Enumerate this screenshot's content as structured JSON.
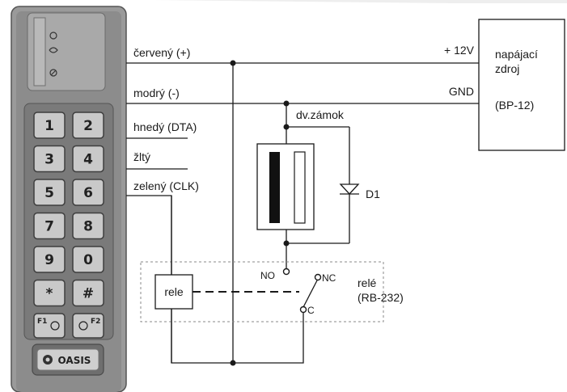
{
  "wires": {
    "red": "červený (+)",
    "blue": "modrý (-)",
    "brown": "hnedý (DTA)",
    "yellow": "žltý",
    "green": "zelený (CLK)"
  },
  "power": {
    "plus": "+ 12V",
    "gnd": "GND",
    "name_line1": "napájací",
    "name_line2": "zdroj",
    "model": "(BP-12)"
  },
  "lock": {
    "label": "dv.zámok"
  },
  "diode": {
    "label": "D1"
  },
  "relay": {
    "box_label": "rele",
    "no": "NO",
    "nc": "NC",
    "c": "C",
    "name_line1": "relé",
    "name_line2": "(RB-232)"
  },
  "keypad": {
    "keys": [
      "1",
      "2",
      "3",
      "4",
      "5",
      "6",
      "7",
      "8",
      "9",
      "0",
      "*",
      "#"
    ],
    "f1": "F1",
    "f2": "F2",
    "brand": "OASIS"
  },
  "colors": {
    "device_body": "#8c8c8c",
    "device_dark": "#5a5a5a",
    "key_face": "#c9c9c9",
    "line": "#1a1a1a"
  }
}
